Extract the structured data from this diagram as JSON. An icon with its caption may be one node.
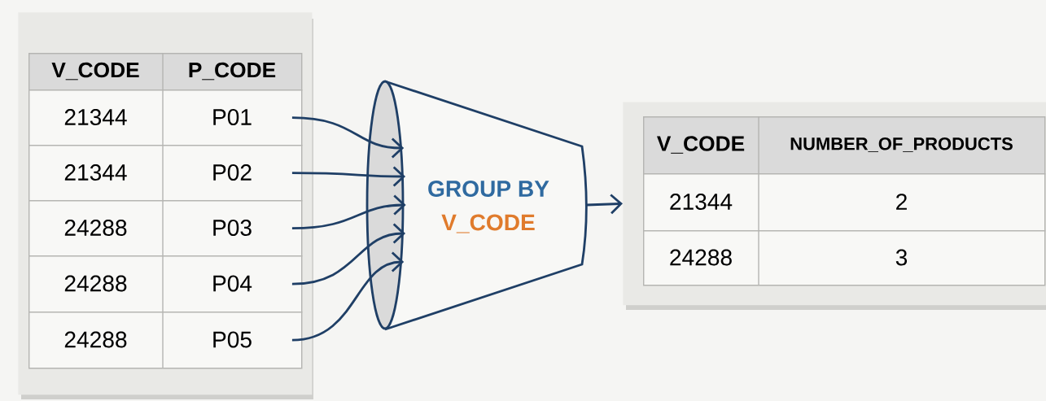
{
  "diagram": {
    "nodes": [
      {
        "text": [],
        "shape": "box"
      },
      {
        "text": [
          "V_CODE",
          "P_CODE"
        ],
        "in": 0
      },
      {
        "text": [
          "21344",
          "P01"
        ],
        "in": 0
      },
      {
        "text": [
          "21344",
          "P02"
        ],
        "in": 0
      },
      {
        "text": [
          "24288",
          "P03"
        ],
        "in": 0
      },
      {
        "text": [
          "24288",
          "P04"
        ],
        "in": 0
      },
      {
        "text": [
          "24288",
          "P05"
        ],
        "in": 0
      },
      {
        "text": [
          "GROUP BY",
          "V_CODE"
        ]
      },
      {
        "text": [],
        "shape": "box"
      },
      {
        "text": [
          "V_CODE",
          "NUMBER_OF_PRODUCTS"
        ],
        "in": 8
      },
      {
        "text": [
          "21344",
          "2"
        ],
        "in": 8
      },
      {
        "text": [
          "24288",
          "3"
        ],
        "in": 8
      }
    ],
    "edges": [
      {
        "from": 2,
        "to": 7,
        "arrow": "to"
      },
      {
        "from": 3,
        "to": 7,
        "arrow": "to"
      },
      {
        "from": 4,
        "to": 7,
        "arrow": "to"
      },
      {
        "from": 5,
        "to": 7,
        "arrow": "to"
      },
      {
        "from": 6,
        "to": 7,
        "arrow": "to"
      },
      {
        "from": 7,
        "to": 8,
        "arrow": "to"
      }
    ]
  }
}
